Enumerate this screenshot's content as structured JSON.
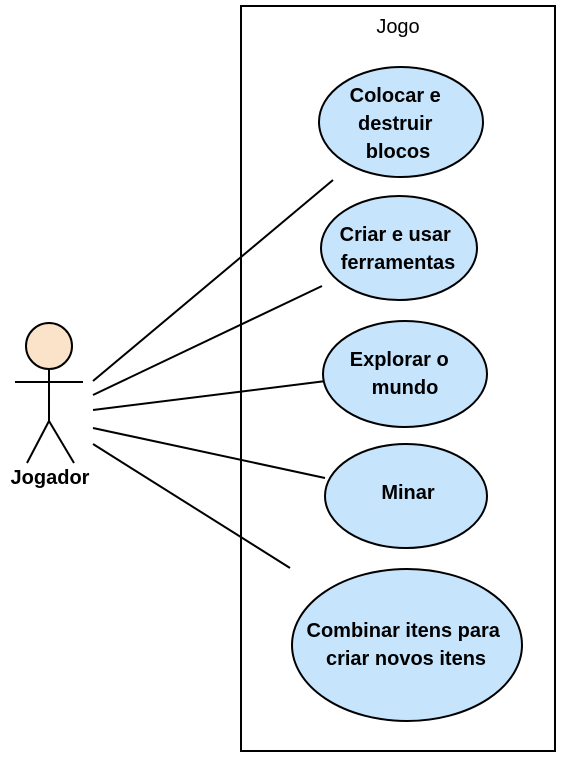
{
  "system": {
    "title": "Jogo"
  },
  "actor": {
    "name": "Jogador",
    "head_color": "#FBE3C9"
  },
  "use_cases": [
    {
      "lines": [
        "Colocar e",
        "destruir",
        "blocos"
      ]
    },
    {
      "lines": [
        "Criar e usar",
        "ferramentas"
      ]
    },
    {
      "lines": [
        "Explorar o",
        "mundo"
      ]
    },
    {
      "lines": [
        "Minar"
      ]
    },
    {
      "lines": [
        "Combinar itens para",
        "criar novos itens"
      ]
    }
  ],
  "colors": {
    "use_case_fill": "#C6E4FC",
    "stroke": "#000000"
  }
}
